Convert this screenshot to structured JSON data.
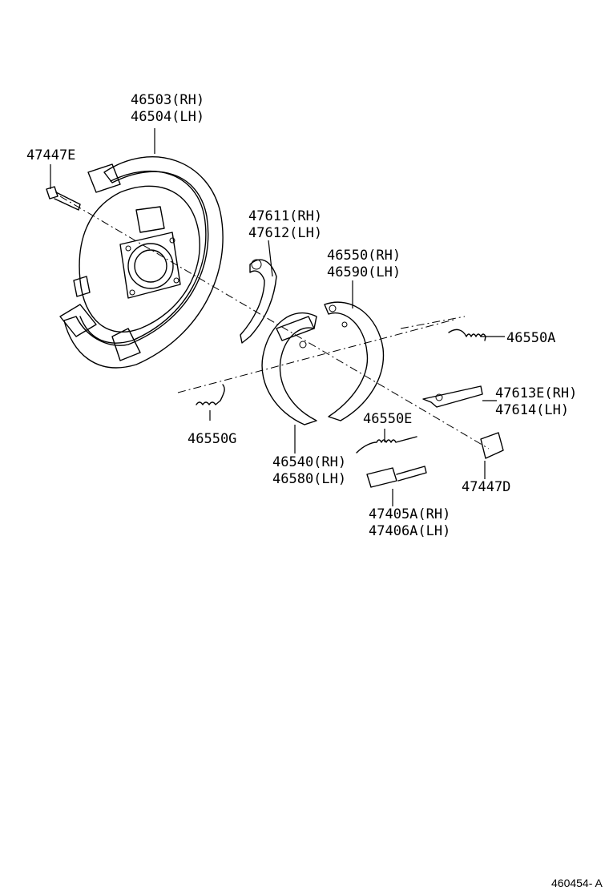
{
  "labels": {
    "backing_plate": {
      "line1": "46503(RH)",
      "line2": "46504(LH)"
    },
    "bolt": "47447E",
    "lever": {
      "line1": "47611(RH)",
      "line2": "47612(LH)"
    },
    "front_shoe": {
      "line1": "46550(RH)",
      "line2": "46590(LH)"
    },
    "spring_a": "46550A",
    "strut": {
      "line1": "47613E(RH)",
      "line2": "47614(LH)"
    },
    "spring_g": "46550G",
    "spring_e": "46550E",
    "rear_shoe": {
      "line1": "46540(RH)",
      "line2": "46580(LH)"
    },
    "clip": "47447D",
    "adjuster": {
      "line1": "47405A(RH)",
      "line2": "47406A(LH)"
    }
  },
  "diagram_ref": "460454- A"
}
